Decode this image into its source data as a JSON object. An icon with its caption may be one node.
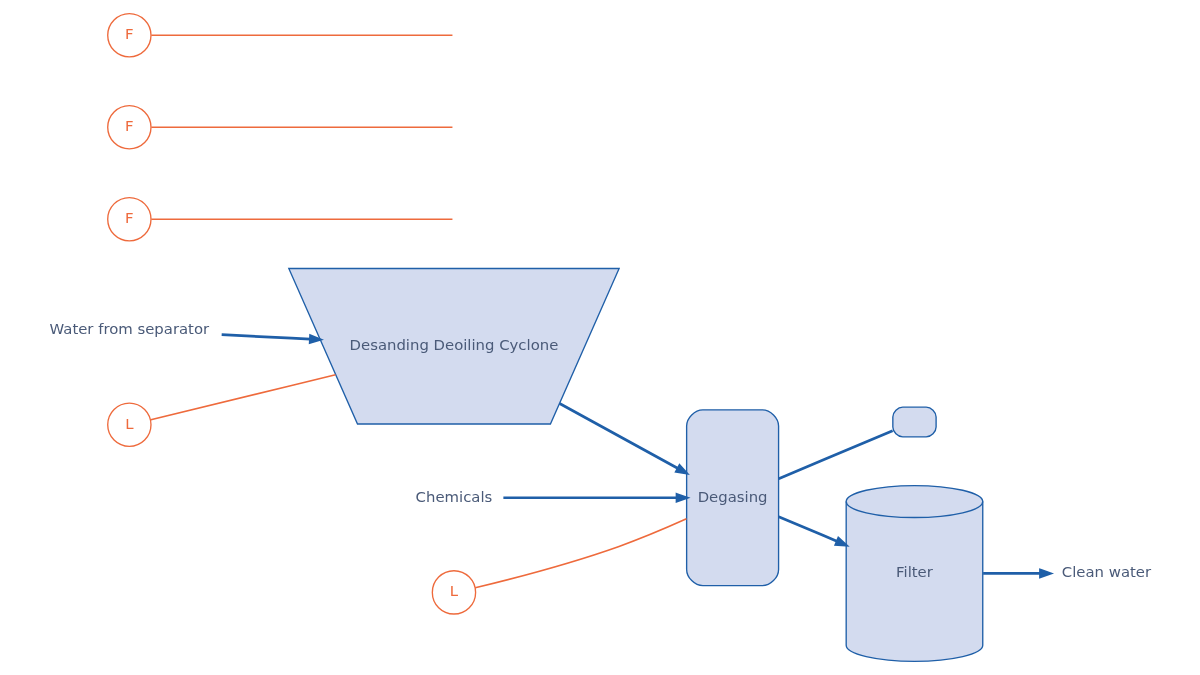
{
  "diagram": {
    "nodes": [
      {
        "text": [
          "Water from separator"
        ]
      },
      {
        "text": [
          "Desanding Deoiling Cyclone"
        ]
      },
      {
        "text": [
          "Degasing"
        ]
      },
      {
        "text": [],
        "shape": "box"
      },
      {
        "text": [
          "Filter"
        ]
      },
      {
        "text": [
          "Chemicals"
        ]
      },
      {
        "text": [
          "Clean water"
        ]
      },
      {
        "text": [
          "F"
        ]
      },
      {
        "text": [
          "L"
        ]
      },
      {
        "text": [
          "F"
        ]
      },
      {
        "text": [
          "L"
        ]
      },
      {
        "text": [
          "F"
        ]
      }
    ],
    "edges": [
      {
        "from": 0,
        "to": 1,
        "arrow": "to"
      },
      {
        "from": 1,
        "to": 2,
        "arrow": "to"
      },
      {
        "from": 5,
        "to": 2,
        "arrow": "to"
      },
      {
        "from": 2,
        "to": 3,
        "arrow": "none"
      },
      {
        "from": 2,
        "to": 4,
        "arrow": "to"
      },
      {
        "from": 4,
        "to": 6,
        "arrow": "to"
      },
      {
        "from": 7,
        "to": null,
        "arrow": "none",
        "color": "#ee6a3c"
      },
      {
        "from": 8,
        "to": 1,
        "arrow": "none",
        "color": "#ee6a3c"
      },
      {
        "from": 9,
        "to": null,
        "arrow": "none",
        "color": "#ee6a3c"
      },
      {
        "from": 10,
        "to": 2,
        "arrow": "none",
        "color": "#ee6a3c"
      },
      {
        "from": 11,
        "to": null,
        "arrow": "none",
        "color": "#ee6a3c"
      }
    ]
  }
}
